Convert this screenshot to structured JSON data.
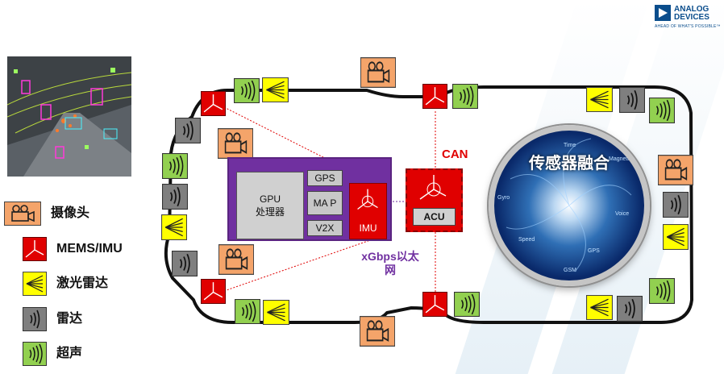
{
  "brand": {
    "line1": "ANALOG",
    "line2": "DEVICES",
    "tagline": "AHEAD OF WHAT'S POSSIBLE™"
  },
  "legend": [
    {
      "icon": "camera-icon",
      "label": "摄像头"
    },
    {
      "icon": "mems-imu-icon",
      "label": "MEMS/IMU"
    },
    {
      "icon": "lidar-icon",
      "label": "激光雷达"
    },
    {
      "icon": "radar-icon",
      "label": "雷达"
    },
    {
      "icon": "ultrasonic-icon",
      "label": "超声"
    }
  ],
  "ecu": {
    "gpu": "GPU",
    "gpu_sub": "处理器",
    "gps": "GPS",
    "map": "MA P",
    "v2x": "V2X",
    "imu": "IMU"
  },
  "acu": {
    "label": "ACU"
  },
  "bus": {
    "can": "CAN",
    "ethernet": "xGbps以太网"
  },
  "fusion": {
    "title": "传感器融合",
    "words": [
      "Time",
      "Magnetic",
      "Gyro",
      "Voice",
      "Speed",
      "GPS",
      "GSM"
    ]
  },
  "colors": {
    "camera": "#f4a46a",
    "imu": "#e00000",
    "lidar": "#ffff00",
    "radar": "#7f7f7f",
    "ultrasonic": "#92d050",
    "ecu": "#7030a0",
    "can": "#e00000",
    "ethernet": "#7030a0",
    "brand": "#0a4d8c"
  }
}
